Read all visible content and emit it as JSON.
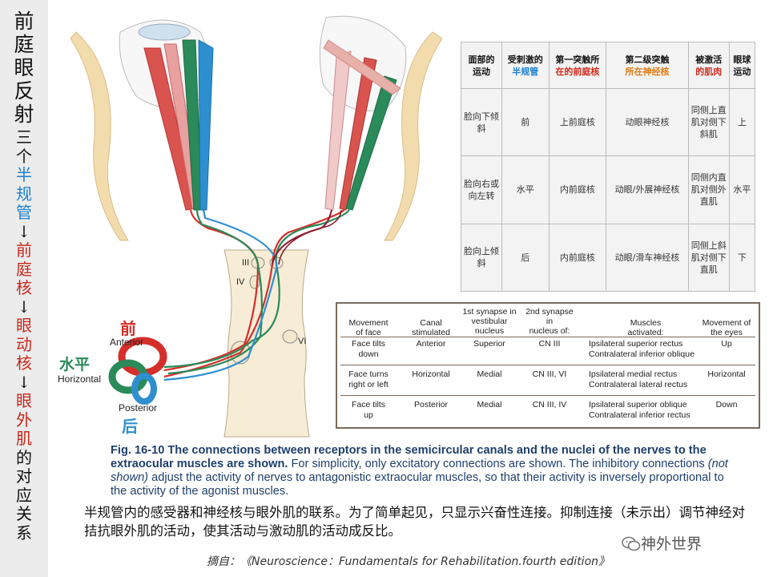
{
  "sidebar": {
    "title": "前庭眼反射",
    "chain": [
      {
        "text": "三个",
        "color": "#111111"
      },
      {
        "text": "半规管",
        "color": "#1a7fd0"
      },
      {
        "text": "↓",
        "color": "#111111"
      },
      {
        "text": "前庭核",
        "color": "#c8281b"
      },
      {
        "text": "↓",
        "color": "#111111"
      },
      {
        "text": "眼动核",
        "color": "#c8281b"
      },
      {
        "text": "↓",
        "color": "#111111"
      },
      {
        "text": "眼外肌",
        "color": "#c8281b"
      },
      {
        "text": "的对应关系",
        "color": "#111111"
      }
    ]
  },
  "figure": {
    "label_front": "前",
    "label_anterior": "Anterior",
    "label_horizontal_cn": "水平",
    "label_horizontal": "Horizontal",
    "label_posterior": "Posterior",
    "label_back": "后",
    "nucleus_iii": "III",
    "nucleus_iv": "IV",
    "nucleus_vi": "VI"
  },
  "cn_table": {
    "headers": [
      [
        "面部的",
        "运动"
      ],
      [
        "受刺激的",
        "半规管"
      ],
      [
        "第一突触所",
        "在的前庭核"
      ],
      [
        "第二级突触",
        "所在神经核"
      ],
      [
        "被激活",
        "的肌肉"
      ],
      [
        "眼球",
        "运动"
      ]
    ],
    "rows": [
      [
        "脸向下倾斜",
        "前",
        "上前庭核",
        "动眼神经核",
        "同侧上直肌对侧下斜肌",
        "上"
      ],
      [
        "脸向右或向左转",
        "水平",
        "内前庭核",
        "动眼/外展神经核",
        "同侧内直肌对侧外直肌",
        "水平"
      ],
      [
        "脸向上倾斜",
        "后",
        "内前庭核",
        "动眼/滑车神经核",
        "同侧上斜肌对侧下直肌",
        "下"
      ]
    ]
  },
  "en_table": {
    "headers": [
      "Movement\nof face",
      "Canal\nstimulated",
      "1st synapse in\nvestibular\nnucleus",
      "2nd synapse\nin\nnucleus of:",
      "Muscles\nactivated:",
      "Movement of\nthe eyes"
    ],
    "rows": [
      [
        "Face tilts\ndown",
        "Anterior",
        "Superior",
        "CN III",
        "Ipsilateral superior rectus\nContralateral inferior oblique",
        "Up"
      ],
      [
        "Face turns\nright or left",
        "Horizontal",
        "Medial",
        "CN III, VI",
        "Ipsilateral medial rectus\nContralateral lateral rectus",
        "Horizontal"
      ],
      [
        "Face tilts\nup",
        "Posterior",
        "Medial",
        "CN III, IV",
        "Ipsilateral superior oblique\nContralateral inferior rectus",
        "Down"
      ]
    ]
  },
  "caption": {
    "fig": "Fig. 16-10",
    "bold": "The connections between receptors in the semicircular canals and the nuclei of the nerves to the extraocular muscles are shown.",
    "part1": "For simplicity, only excitatory connections are shown. The inhibitory connections",
    "italic": "(not shown)",
    "part2": "adjust the activity of nerves to antagonistic extraocular muscles, so that their activity is inversely proportional to the activity of the agonist muscles."
  },
  "cn_caption": "半规管内的感受器和神经核与眼外肌的联系。为了简单起见，只显示兴奋性连接。抑制连接（未示出）调节神经对拮抗眼外肌的活动，使其活动与激动肌的活动成反比。",
  "source": "摘自：《Neuroscience：Fundamentals for Rehabilitation.fourth edition》",
  "watermark": "神外世界",
  "colors": {
    "anterior_red": "#d62e2a",
    "horizontal_green": "#2a8a5a",
    "posterior_blue": "#2d8fd0",
    "sidebar_bg": "#ececec"
  }
}
